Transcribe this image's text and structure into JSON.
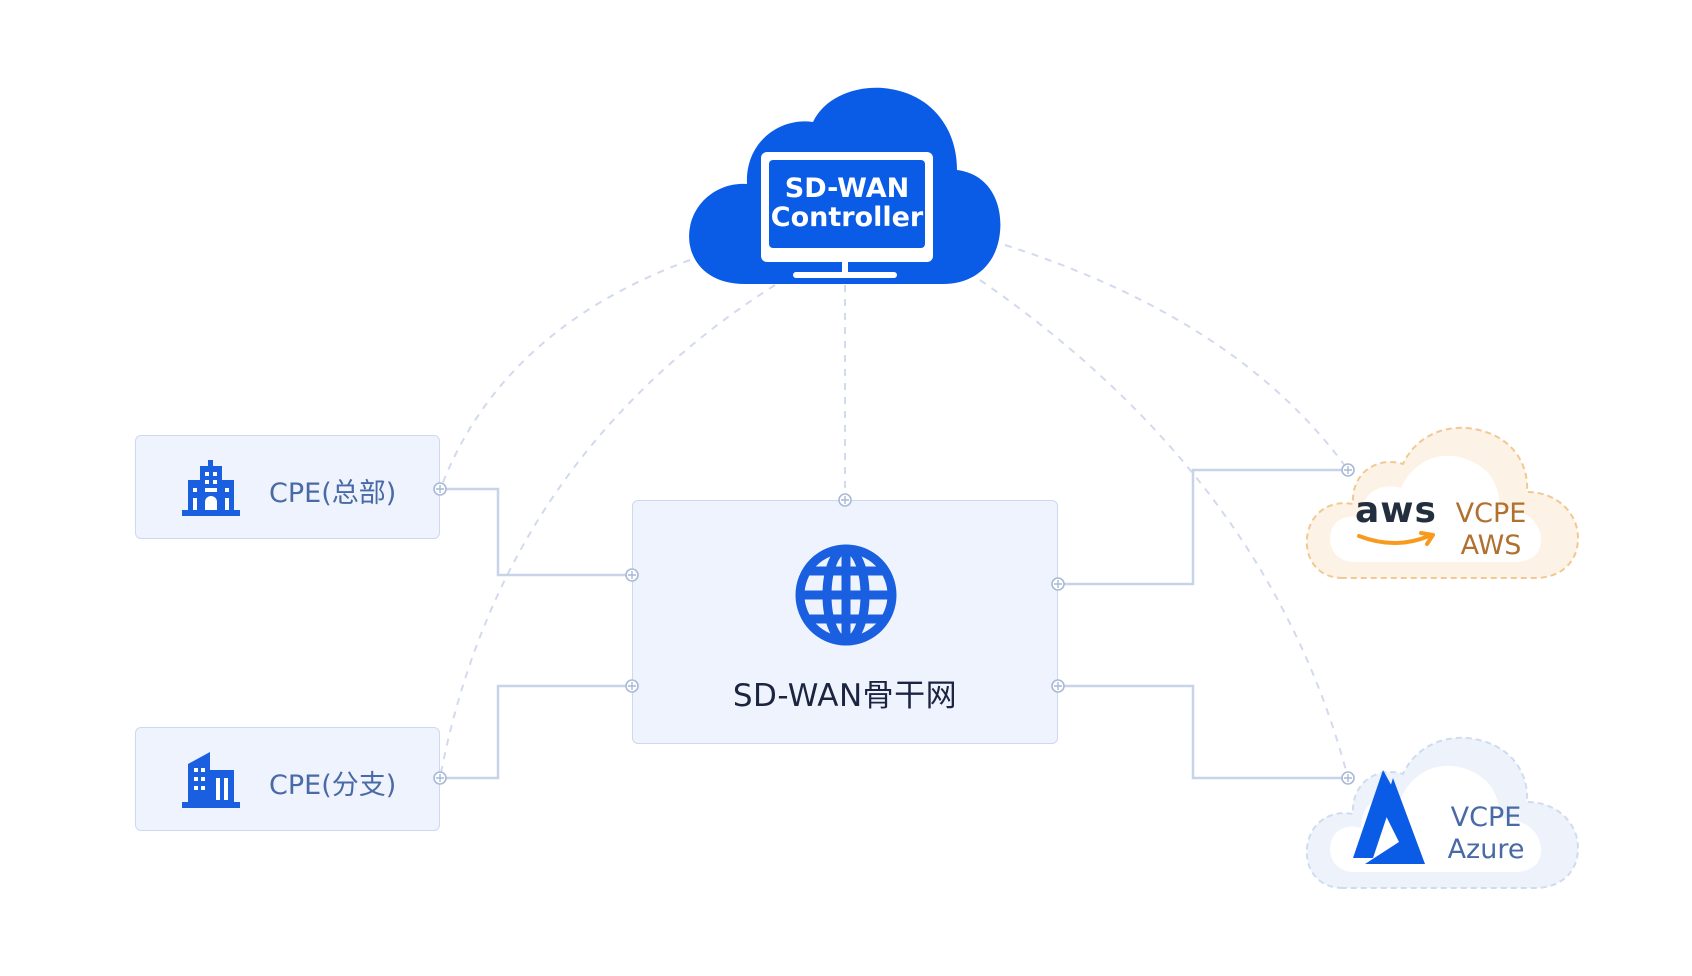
{
  "controller": {
    "line1": "SD-WAN",
    "line2": "Controller"
  },
  "backbone": {
    "label": "SD-WAN骨干网"
  },
  "cpe_hq": {
    "label": "CPE(总部)"
  },
  "cpe_branch": {
    "label": "CPE(分支)"
  },
  "vcpe_aws": {
    "logo_text": "aws",
    "line1": "VCPE",
    "line2": "AWS"
  },
  "vcpe_azure": {
    "line1": "VCPE",
    "line2": "Azure"
  },
  "colors": {
    "controller_blue": "#0a5ce6",
    "icon_blue": "#1a5fe0",
    "cpe_text": "#4a6aa6",
    "aws_orange": "#f79a1e",
    "aws_text": "#b07030",
    "azure_text": "#4a6aa6",
    "connector_line": "#c8d3e8",
    "dashed_line": "#d2daee"
  }
}
